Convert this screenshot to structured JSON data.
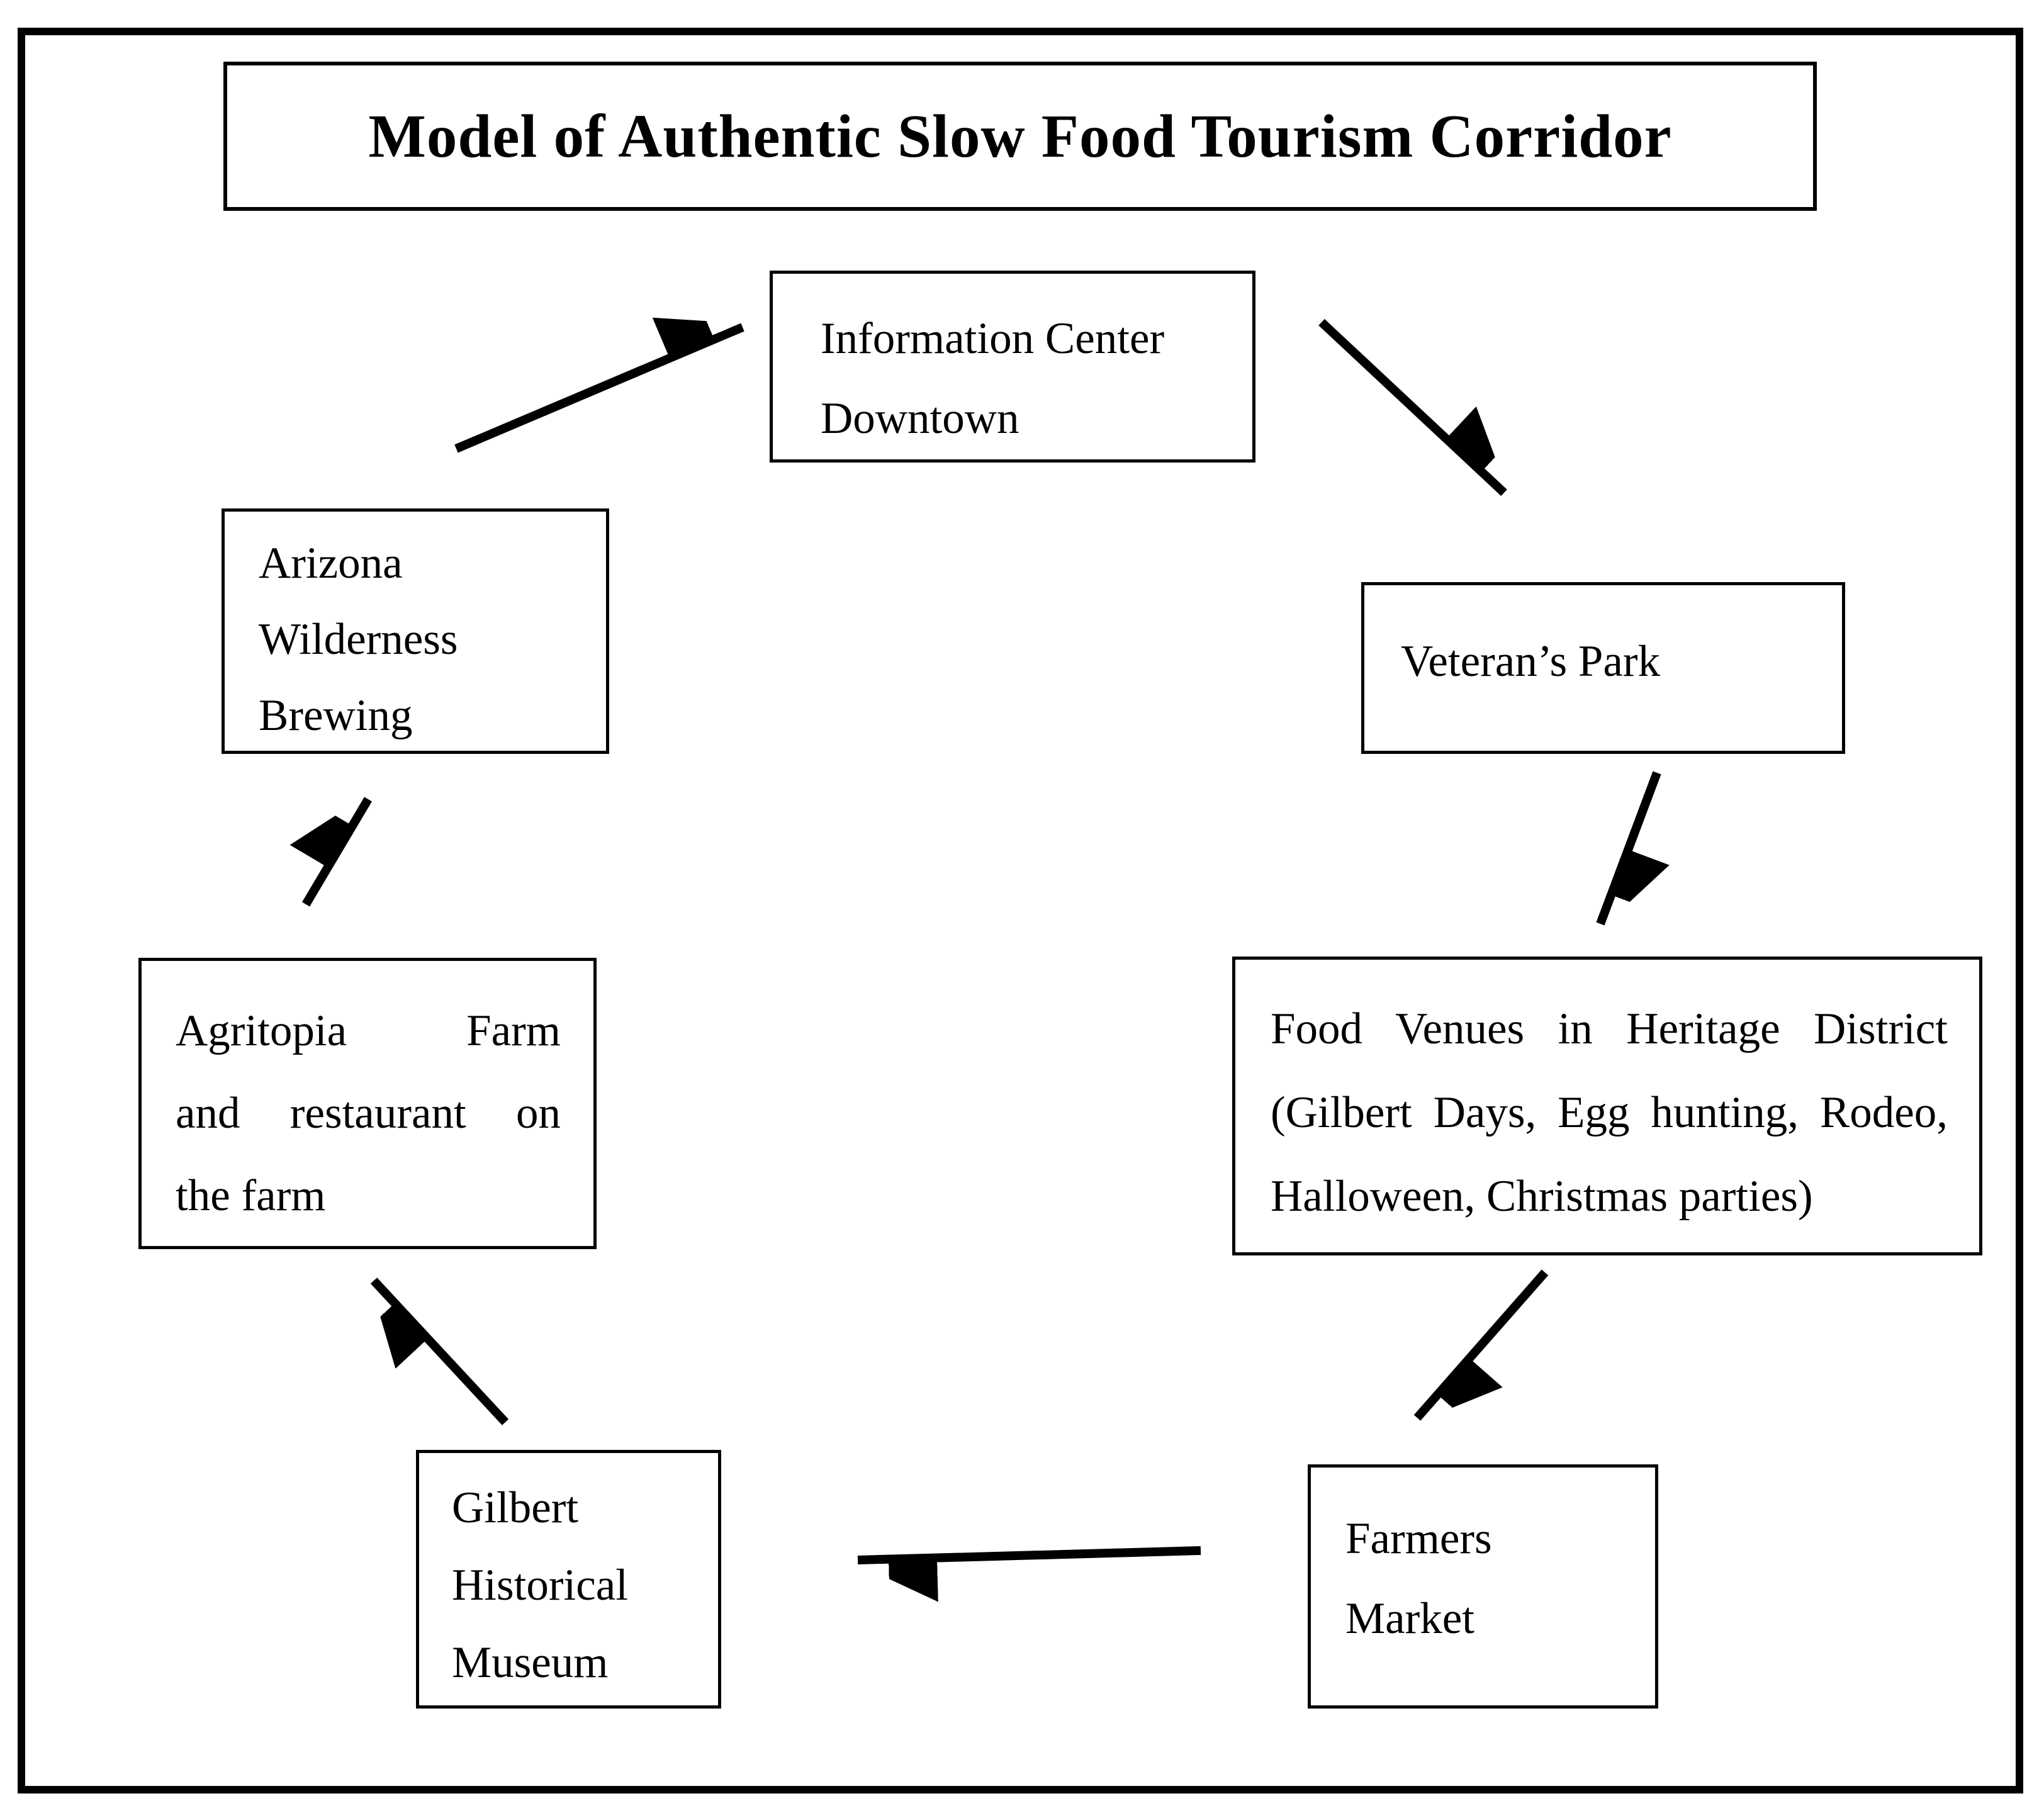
{
  "title": "Model of Authentic Slow Food Tourism Corridor",
  "nodes": {
    "information_center": {
      "name": "Information Center Downtown",
      "lines": [
        "Information Center",
        "Downtown"
      ]
    },
    "veterans_park": {
      "name": "Veteran’s Park",
      "lines": [
        "Veteran’s Park"
      ]
    },
    "food_venues": {
      "name": "Food Venues in Heritage District (Gilbert Days, Egg hunting, Rodeo, Halloween, Christmas parties)",
      "lines": [
        "Food Venues in Heritage District",
        "(Gilbert Days, Egg hunting, Rodeo,",
        "Halloween, Christmas parties)"
      ]
    },
    "farmers_market": {
      "name": "Farmers Market",
      "lines": [
        "Farmers",
        "Market"
      ]
    },
    "gilbert_museum": {
      "name": "Gilbert Historical Museum",
      "lines": [
        "Gilbert",
        "Historical",
        "Museum"
      ]
    },
    "agritopia": {
      "name": "Agritopia Farm and restaurant on the farm",
      "lines": [
        "Agritopia Farm",
        "and restaurant on",
        "the farm"
      ]
    },
    "arizona_brewing": {
      "name": "Arizona Wilderness Brewing",
      "lines": [
        "Arizona",
        "Wilderness",
        "Brewing"
      ]
    }
  },
  "edges": [
    {
      "from": "arizona_brewing",
      "to": "information_center"
    },
    {
      "from": "information_center",
      "to": "veterans_park"
    },
    {
      "from": "veterans_park",
      "to": "food_venues"
    },
    {
      "from": "food_venues",
      "to": "farmers_market"
    },
    {
      "from": "farmers_market",
      "to": "gilbert_museum"
    },
    {
      "from": "gilbert_museum",
      "to": "agritopia"
    },
    {
      "from": "agritopia",
      "to": "arizona_brewing"
    }
  ],
  "colors": {
    "ink": "#000000",
    "background": "#ffffff"
  }
}
